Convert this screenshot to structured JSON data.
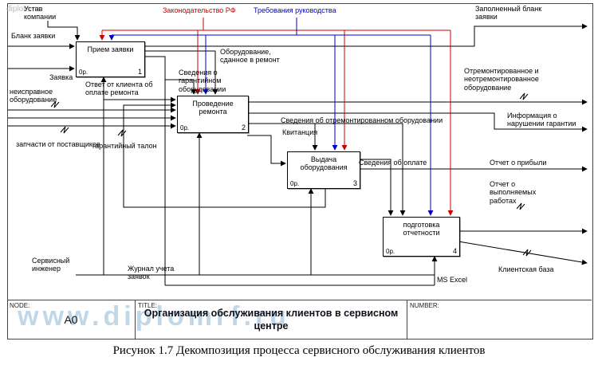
{
  "caption": "Рисунок 1.7 Декомпозиция процесса сервисного обслуживания клиентов",
  "watermarks": {
    "corner": "diplom.ru",
    "bottom": "www.diplomrf.ru"
  },
  "title_bar": {
    "node_label": "NODE:",
    "node_value": "A0",
    "title_label": "TITLE:",
    "title_value": "Организация  обслуживания клиентов  в сервисном центре",
    "number_label": "NUMBER:"
  },
  "boxes": [
    {
      "title": "Прием заявки",
      "cost": "0р.",
      "num": "1"
    },
    {
      "title": "Проведение ремонта",
      "cost": "0р.",
      "num": "2"
    },
    {
      "title": "Выдача оборудования",
      "cost": "0р.",
      "num": "3"
    },
    {
      "title": "подготовка отчетности",
      "cost": "0р.",
      "num": "4"
    }
  ],
  "labels": {
    "ustav": "Устав компании",
    "blank_zayavki": "Бланк заявки",
    "zakonodatelstvo": "Законодательство РФ",
    "trebovaniya": "Требования руководства",
    "zapolnenny_blank": "Заполненный бланк заявки",
    "zayavka": "Заявка",
    "otvet_klienta": "Ответ от клиента об оплате ремонта",
    "svedeniya_garant": "Сведения о гарантийном оборудовании",
    "oborud_sdannoe": "Оборудование, сданное в ремонт",
    "neispravnoe": "неисправное оборудование",
    "zapchasti": "запчасти от поставщиков",
    "garantiyny_talon": "гарантийный талон",
    "svedeniya_otrem": "Сведения об отремонтированном оборудовании",
    "kvitanciya": "Квитанция",
    "svedeniya_oplata": "Сведения об оплате",
    "otremont": "Отремонтированное и неотремонтированное оборудование",
    "informaciya": "Информация о нарушении гарантии",
    "otchet_pribyl": "Отчет о прибыли",
    "otchet_rabot": "Отчет о выполняемых работах",
    "klientskaya_baza": "Клиентская база",
    "servisny_inzhener": "Сервисный инженер",
    "zhurnal": "Журнал учета заявок",
    "ms_excel": "MS Excel"
  },
  "colors": {
    "law_control": "#cc0000",
    "management_control": "#0000cc",
    "line": "#000000"
  }
}
